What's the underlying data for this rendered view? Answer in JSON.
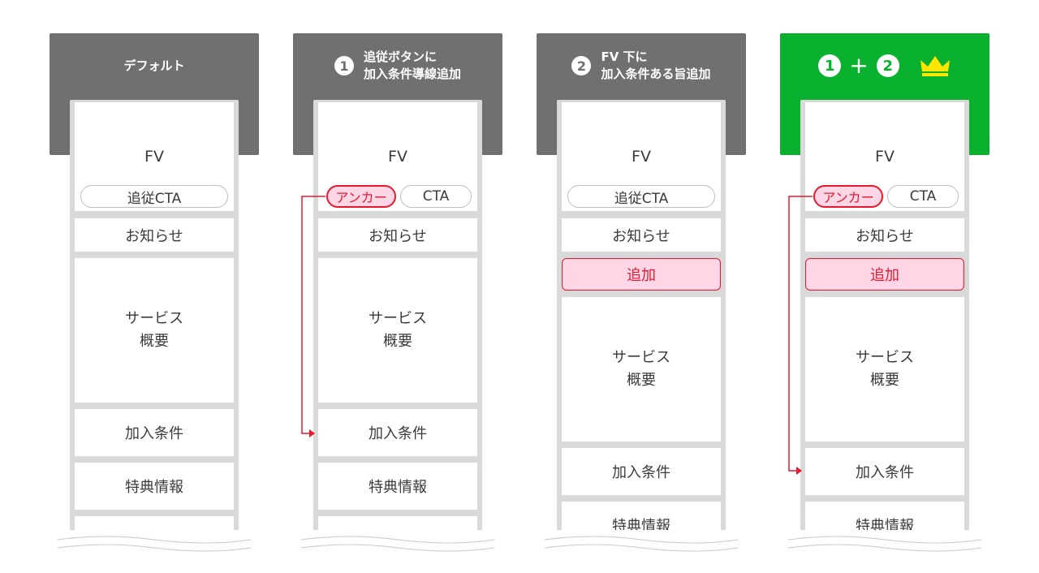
{
  "columns": [
    {
      "header": {
        "badge": "",
        "line1": "デフォルト",
        "line2": ""
      },
      "fv": "FV",
      "cta_single": "追従CTA",
      "news": "お知らせ",
      "added": "",
      "service": [
        "サービス",
        "概要"
      ],
      "join": "加入条件",
      "perk": "特典情報"
    },
    {
      "header": {
        "badge": "1",
        "line1": "追従ボタンに",
        "line2": "加入条件導線追加"
      },
      "fv": "FV",
      "anchor": "アンカー",
      "cta": "CTA",
      "news": "お知らせ",
      "service": [
        "サービス",
        "概要"
      ],
      "join": "加入条件",
      "perk": "特典情報"
    },
    {
      "header": {
        "badge": "2",
        "line1": "FV 下に",
        "line2": "加入条件ある旨追加"
      },
      "fv": "FV",
      "cta_single": "追従CTA",
      "news": "お知らせ",
      "added": "追加",
      "service": [
        "サービス",
        "概要"
      ],
      "join": "加入条件",
      "perk": "特典情報"
    },
    {
      "header": {
        "badge1": "1",
        "plus": "+",
        "badge2": "2"
      },
      "fv": "FV",
      "anchor": "アンカー",
      "cta": "CTA",
      "news": "お知らせ",
      "added": "追加",
      "service": [
        "サービス",
        "概要"
      ],
      "join": "加入条件",
      "perk": "特典情報"
    }
  ],
  "colors": {
    "header_gray": "#707070",
    "header_winner": "#0ab12f",
    "accent_red": "#e8182e",
    "accent_pink": "#ffd6e6",
    "crown": "#ffe500"
  },
  "icons": {
    "winner": "crown-icon"
  }
}
